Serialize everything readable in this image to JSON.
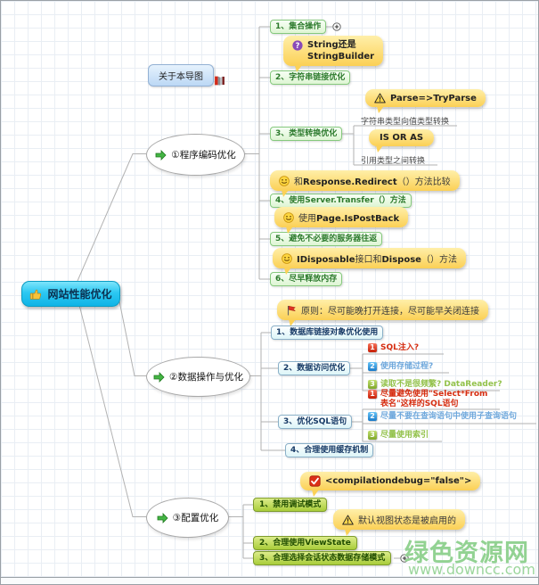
{
  "about": {
    "label": "关于本导图",
    "icon": "mindmanager-flag-icon"
  },
  "root": {
    "label": "网站性能优化",
    "icon": "thumbs-up-icon"
  },
  "branches": [
    {
      "label": "①程序编码优化",
      "icon": "green-arrow-icon",
      "items": [
        {
          "num_label": "1、集合操作",
          "collapsed": true
        },
        {
          "num_label": "2、字符串链接优化"
        },
        {
          "num_label": "3、类型转换优化",
          "children": [
            {
              "label": "字符串类型向值类型转换"
            },
            {
              "label": "引用类型之间转换"
            }
          ]
        },
        {
          "num_label": "4、使用Server.Transfer（）方法"
        },
        {
          "num_label": "5、避免不必要的服务器往返"
        },
        {
          "num_label": "6、尽早释放内存"
        }
      ]
    },
    {
      "label": "②数据操作与优化",
      "icon": "green-arrow-icon",
      "items": [
        {
          "num_label": "1、数据库链接对象优化使用"
        },
        {
          "num_label": "2、数据访问优化",
          "children": [
            {
              "num": "1",
              "label": "SQL注入?",
              "color": "#d62d10"
            },
            {
              "num": "2",
              "label": "使用存储过程?",
              "color": "#6fa8dc"
            },
            {
              "num": "3",
              "label": "读取不是很频繁? DataReader?",
              "color": "#93c24b"
            }
          ]
        },
        {
          "num_label": "3、优化SQL语句",
          "children": [
            {
              "num": "1",
              "lines": [
                "尽量避免使用\"Select*From",
                "表名\"这样的SQL语句"
              ],
              "color": "#d62d10"
            },
            {
              "num": "2",
              "label": "尽量不要在查询语句中使用子查询语句",
              "color": "#6fa8dc"
            },
            {
              "num": "3",
              "label": "尽量使用索引",
              "color": "#93c24b"
            }
          ]
        },
        {
          "num_label": "4、合理使用缓存机制"
        }
      ]
    },
    {
      "label": "③配置优化",
      "icon": "green-arrow-icon",
      "items": [
        {
          "num_label": "1、禁用调试模式"
        },
        {
          "num_label": "2、合理使用ViewState"
        },
        {
          "num_label": "3、合理选择会话状态数据存储模式",
          "collapsed": true
        }
      ]
    }
  ],
  "callouts": {
    "string_builder": {
      "icon": "question-icon",
      "lines": [
        [
          {
            "t": "String",
            "b": true
          },
          {
            "t": "还是",
            "b": true
          }
        ],
        [
          {
            "t": "StringBuilder",
            "b": true
          }
        ]
      ]
    },
    "parse": {
      "icon": "warning-icon",
      "segments": [
        {
          "t": "Parse=>TryParse",
          "b": true
        }
      ]
    },
    "is_or_as": {
      "segments": [
        {
          "t": "IS OR AS",
          "b": true
        }
      ]
    },
    "redirect": {
      "icon": "smiley-icon",
      "segments": [
        {
          "t": "和",
          "b": false
        },
        {
          "t": "Response.Redirect",
          "b": true
        },
        {
          "t": "（）方法比较",
          "b": false
        }
      ]
    },
    "ispostback": {
      "icon": "smiley-icon",
      "segments": [
        {
          "t": "使用",
          "b": false
        },
        {
          "t": "Page.IsPostBack",
          "b": true
        }
      ]
    },
    "idisposable": {
      "icon": "smiley-icon",
      "segments": [
        {
          "t": "IDisposable",
          "b": true
        },
        {
          "t": "接口和",
          "b": false
        },
        {
          "t": "Dispose",
          "b": true
        },
        {
          "t": "（）方法",
          "b": false
        }
      ]
    },
    "principle": {
      "icon": "red-flag-icon",
      "segments": [
        {
          "t": "原则：尽可能晚打开连接，尽可能早关闭连接",
          "b": false
        }
      ]
    },
    "compilation": {
      "icon": "checkbox-icon",
      "segments": [
        {
          "t": "<compilationdebug=\"false\">",
          "b": true
        }
      ]
    },
    "viewstate_default": {
      "icon": "warning-icon",
      "segments": [
        {
          "t": "默认视图状态是被启用的",
          "b": false
        }
      ]
    }
  },
  "watermark": {
    "title": "绿色资源网",
    "url": "www.downcc.com"
  },
  "colors": {
    "root_fill": "#2cc8f2",
    "root_border": "#0a9cc4",
    "branch1_item_border": "#86c97e",
    "branch1_item_text": "#2c7a2c",
    "branch2_item_border": "#8ab0c8",
    "branch2_item_text": "#173a66",
    "branch3_item_fill": "#a9cd3a",
    "branch3_item_text": "#204d00",
    "callout_fill": "#fcd45a",
    "badge_red": "#c61e06",
    "badge_blue": "#1a7ac8",
    "badge_green": "#7ea628",
    "connector": "#b2b2b2",
    "grid": "#e9eef4",
    "watermark_green": "#92d292"
  }
}
